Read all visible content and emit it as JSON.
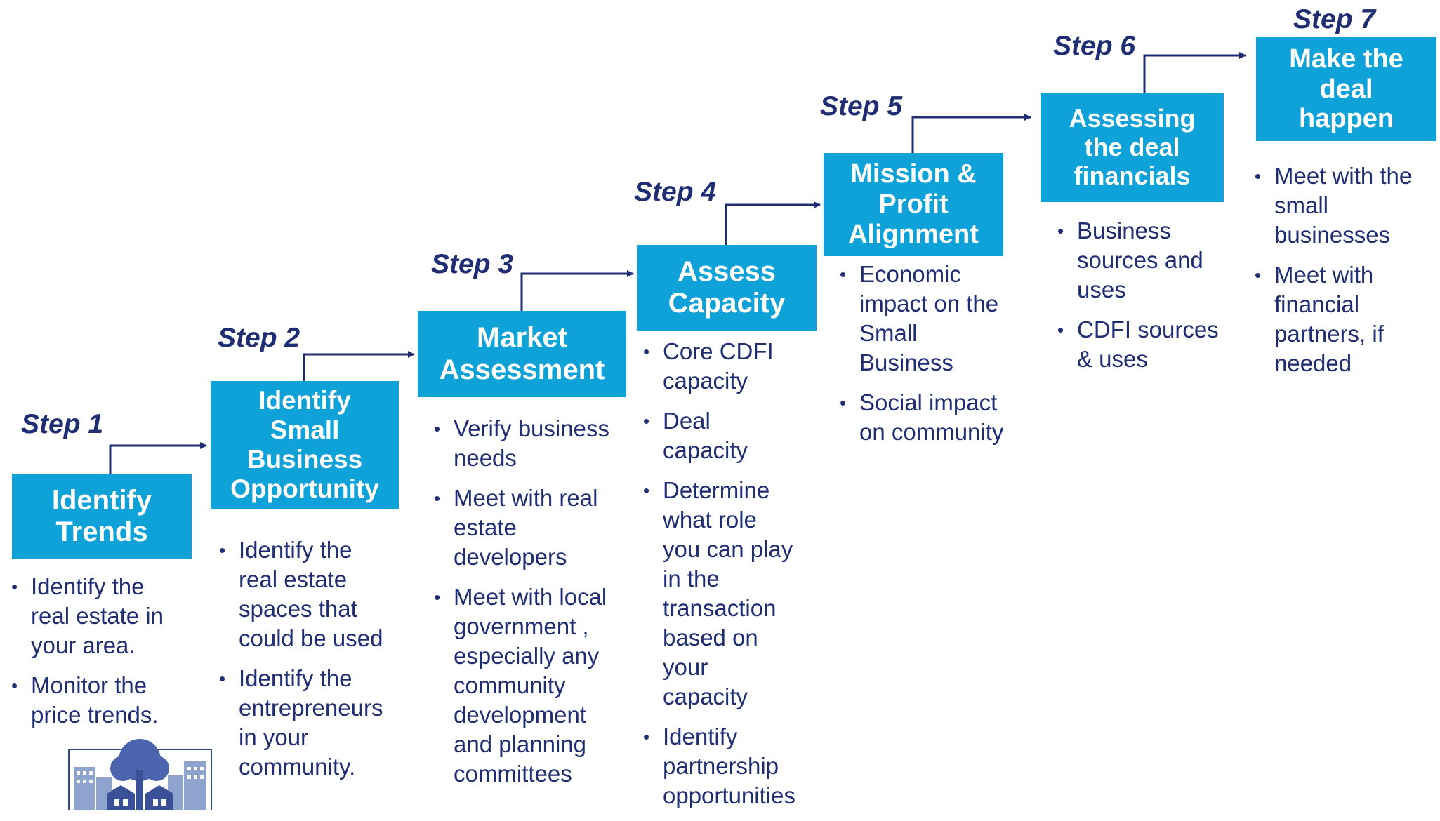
{
  "colors": {
    "box": "#0ea2d9",
    "text": "#1f2d73",
    "box_text": "#ffffff"
  },
  "steps": [
    {
      "step_label": "Step 1",
      "title": "Identify\nTrends",
      "bullets": [
        "Identify the\nreal estate in\nyour area.",
        "Monitor the\nprice trends."
      ]
    },
    {
      "step_label": "Step 2",
      "title": "Identify\nSmall\nBusiness\nOpportunity",
      "bullets": [
        "Identify the\nreal estate\nspaces that\ncould be used",
        "Identify the\nentrepreneurs\nin your\ncommunity."
      ]
    },
    {
      "step_label": "Step 3",
      "title": "Market\nAssessment",
      "bullets": [
        "Verify business\nneeds",
        "Meet with real\nestate\ndevelopers",
        "Meet with local\ngovernment ,\nespecially any\ncommunity\ndevelopment\nand planning\ncommittees"
      ]
    },
    {
      "step_label": "Step 4",
      "title": "Assess\nCapacity",
      "bullets": [
        "Core CDFI\ncapacity",
        "Deal\ncapacity",
        "Determine\nwhat role\nyou can play\nin the\ntransaction\nbased on\nyour\ncapacity",
        "Identify\npartnership\nopportunities"
      ]
    },
    {
      "step_label": "Step 5",
      "title": "Mission &\nProfit\nAlignment",
      "bullets": [
        "Economic\nimpact on the\nSmall\nBusiness",
        "Social impact\non community"
      ]
    },
    {
      "step_label": "Step 6",
      "title": "Assessing\nthe deal\nfinancials",
      "bullets": [
        "Business\nsources and\nuses",
        "CDFI sources\n& uses"
      ]
    },
    {
      "step_label": "Step 7",
      "title": "Make the\ndeal\nhappen",
      "bullets": [
        "Meet with the\nsmall\nbusinesses",
        "Meet with\nfinancial\npartners, if\nneeded"
      ]
    }
  ],
  "logo": {
    "icon": "tree-buildings-logo-icon"
  }
}
